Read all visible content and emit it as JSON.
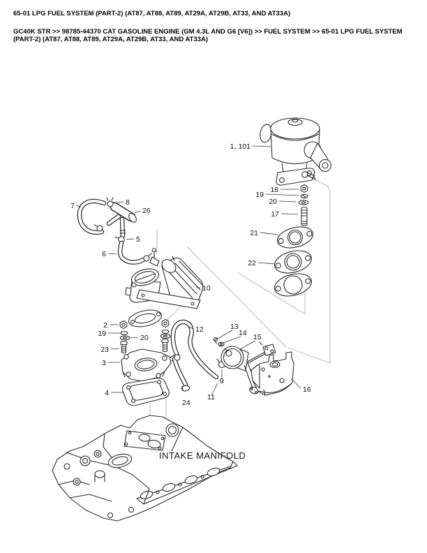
{
  "page": {
    "title": "65-01 LPG FUEL SYSTEM (PART-2) (AT87, AT88, AT89, AT29A, AT29B, AT33, AND AT33A)",
    "breadcrumb": "GC40K STR >> 98785-44370 CAT GASOLINE ENGINE (GM 4.3L AND G6 [V6]) >> FUEL SYSTEM >> 65-01 LPG FUEL SYSTEM (PART-2) (AT87, AT88, AT89, AT29A, AT29B, AT33, AND AT33A)",
    "colors": {
      "background": "#ffffff",
      "text": "#000000",
      "line_art": "#2b2b2b"
    }
  },
  "diagram": {
    "annotation": "INTAKE MANIFOLD",
    "callouts": [
      {
        "label": "1, 101"
      },
      {
        "label": "18"
      },
      {
        "label": "19"
      },
      {
        "label": "20"
      },
      {
        "label": "17"
      },
      {
        "label": "21"
      },
      {
        "label": "22"
      },
      {
        "label": "7"
      },
      {
        "label": "8"
      },
      {
        "label": "26"
      },
      {
        "label": "5"
      },
      {
        "label": "6"
      },
      {
        "label": "10"
      },
      {
        "label": "2"
      },
      {
        "label": "19"
      },
      {
        "label": "20"
      },
      {
        "label": "23"
      },
      {
        "label": "3"
      },
      {
        "label": "4"
      },
      {
        "label": "12"
      },
      {
        "label": "13"
      },
      {
        "label": "14"
      },
      {
        "label": "15"
      },
      {
        "label": "9"
      },
      {
        "label": "16"
      },
      {
        "label": "11"
      },
      {
        "label": "24"
      }
    ]
  }
}
